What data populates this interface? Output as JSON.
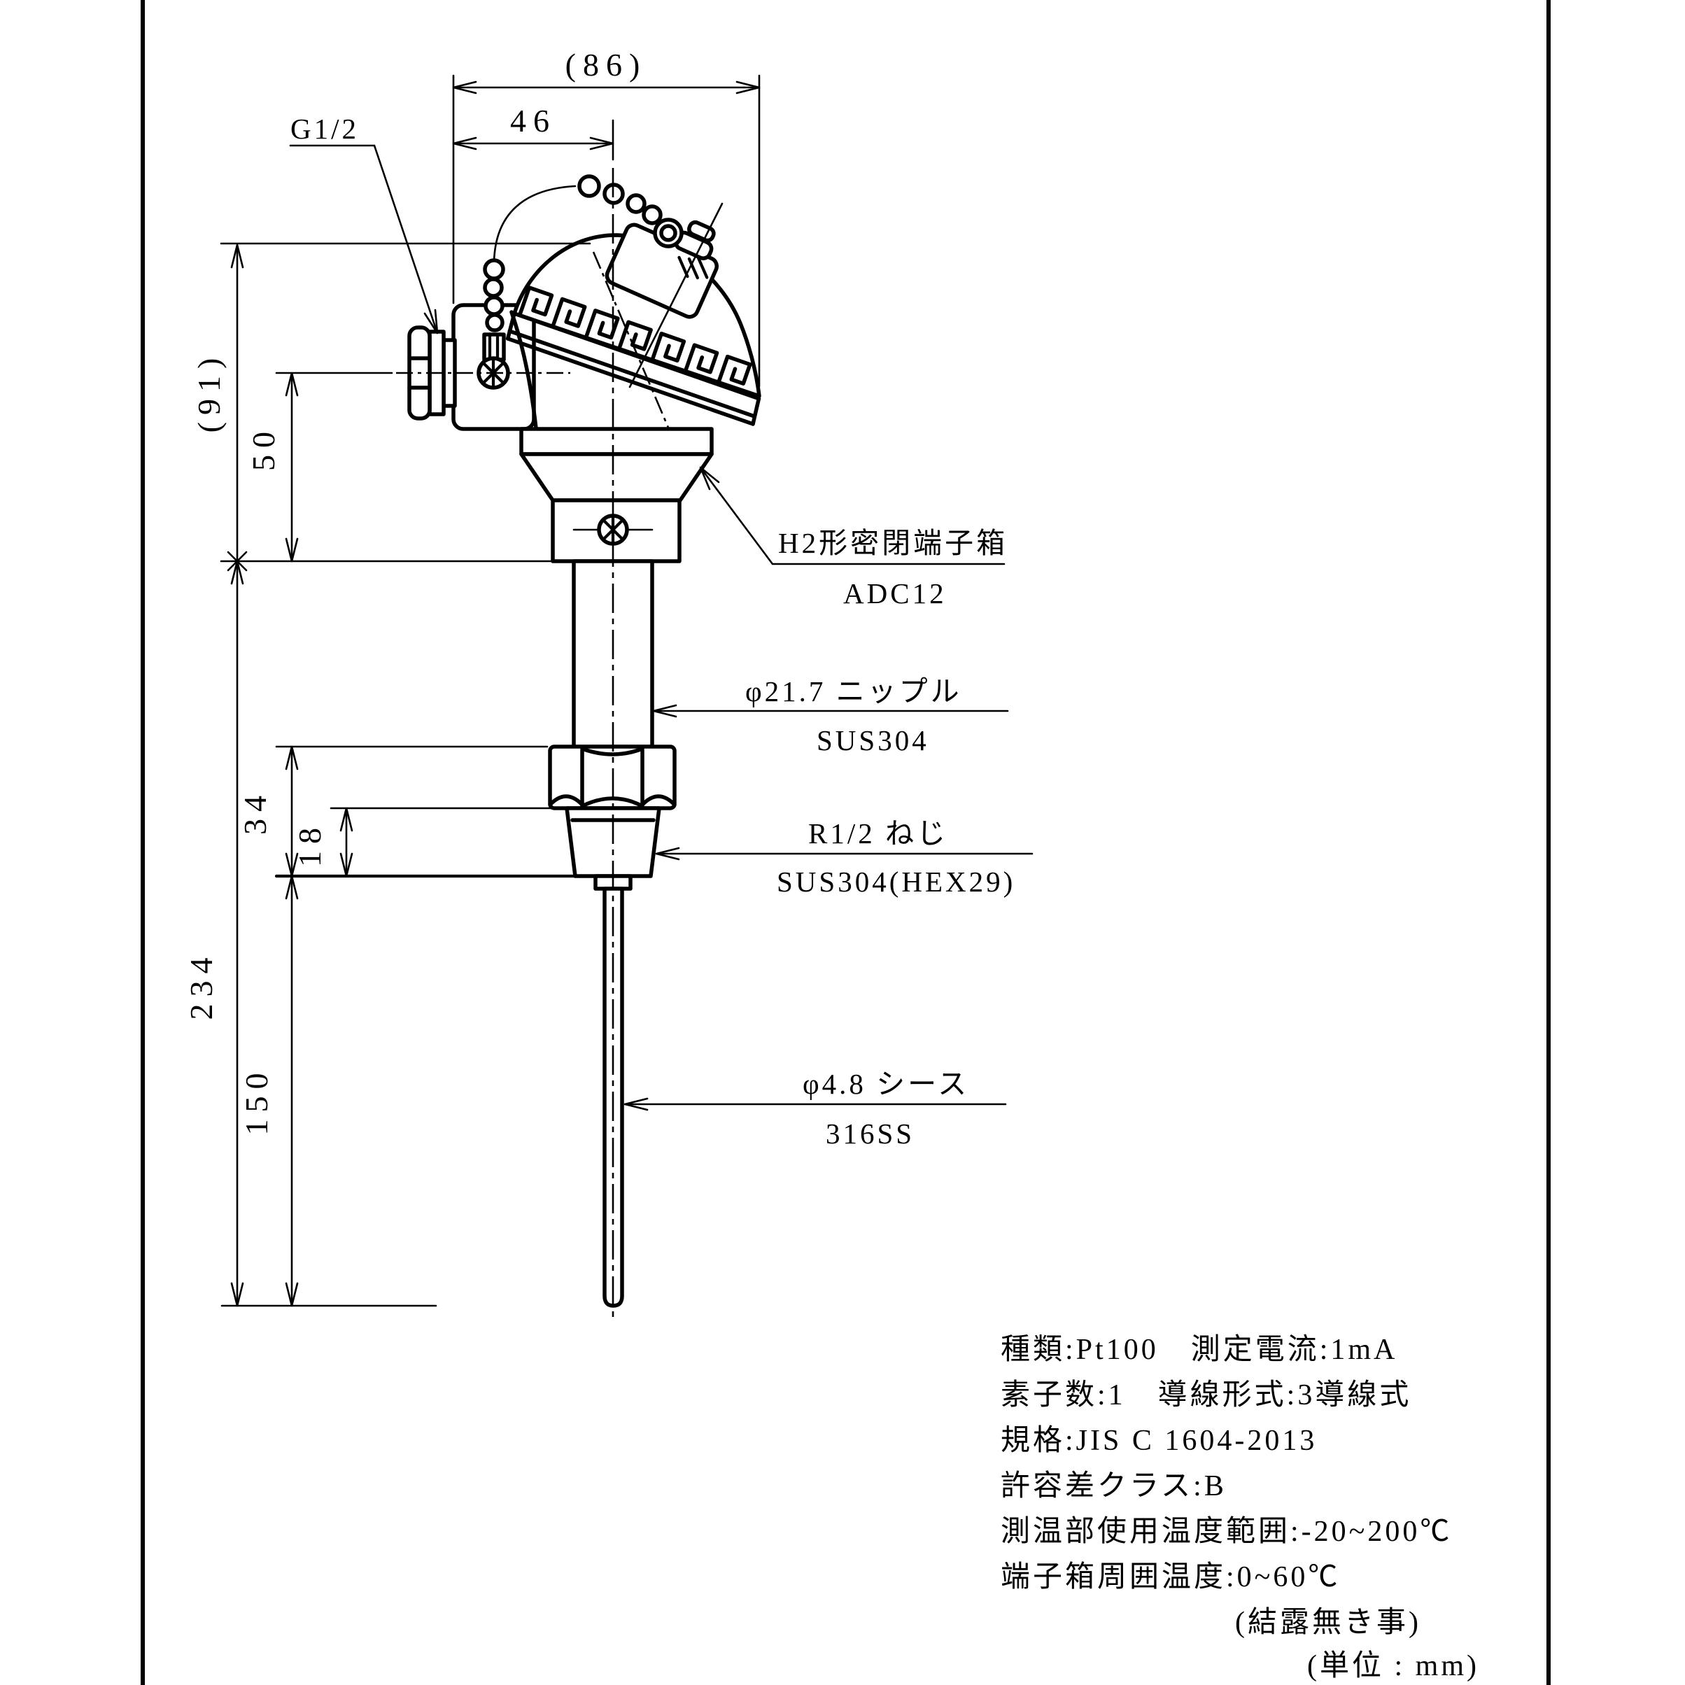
{
  "labels": {
    "g_thread": "G1/2",
    "head_name": "H2形密閉端子箱",
    "head_material": "ADC12",
    "nipple_name": "φ21.7 ニップル",
    "nipple_material": "SUS304",
    "thread_name": "R1/2 ねじ",
    "thread_material": "SUS304(HEX29)",
    "sheath_name": "φ4.8 シース",
    "sheath_material": "316SS"
  },
  "dimensions": {
    "overall_width": "(86)",
    "entry_to_center": "46",
    "head_height": "(91)",
    "center_to_base": "50",
    "nipple_section": "34",
    "thread_length": "18",
    "below_head_total": "234",
    "immersion_length": "150"
  },
  "specs": [
    "種類:Pt100　測定電流:1mA",
    "素子数:1　導線形式:3導線式",
    "規格:JIS C 1604-2013",
    "許容差クラス:B",
    "測温部使用温度範囲:-20~200℃",
    "端子箱周囲温度:0~60℃",
    "(結露無き事)",
    "(単位 : mm)"
  ]
}
